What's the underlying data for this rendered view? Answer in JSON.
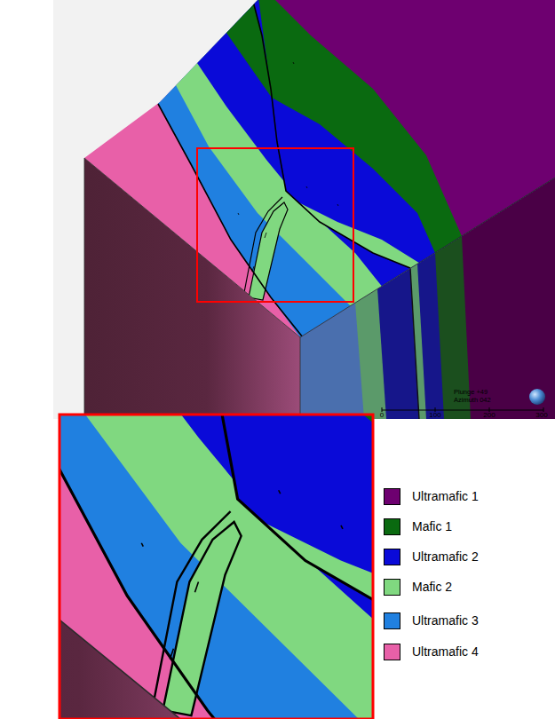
{
  "diagram": {
    "labels": [
      "Plunge +49",
      "Azimuth 042",
      "0",
      "100",
      "200",
      "300"
    ],
    "legend": [
      {
        "text": "Ultramafic 1",
        "color": "#6e0070"
      },
      {
        "text": "Mafic 1",
        "color": "#0a6a10"
      },
      {
        "text": "Ultramafic 2",
        "color": "#0a0ad8"
      },
      {
        "text": "Mafic 2",
        "color": "#80d880"
      },
      {
        "text": "Ultramafic 3",
        "color": "#2080e0"
      },
      {
        "text": "Ultramafic 4",
        "color": "#e860a8"
      }
    ]
  }
}
